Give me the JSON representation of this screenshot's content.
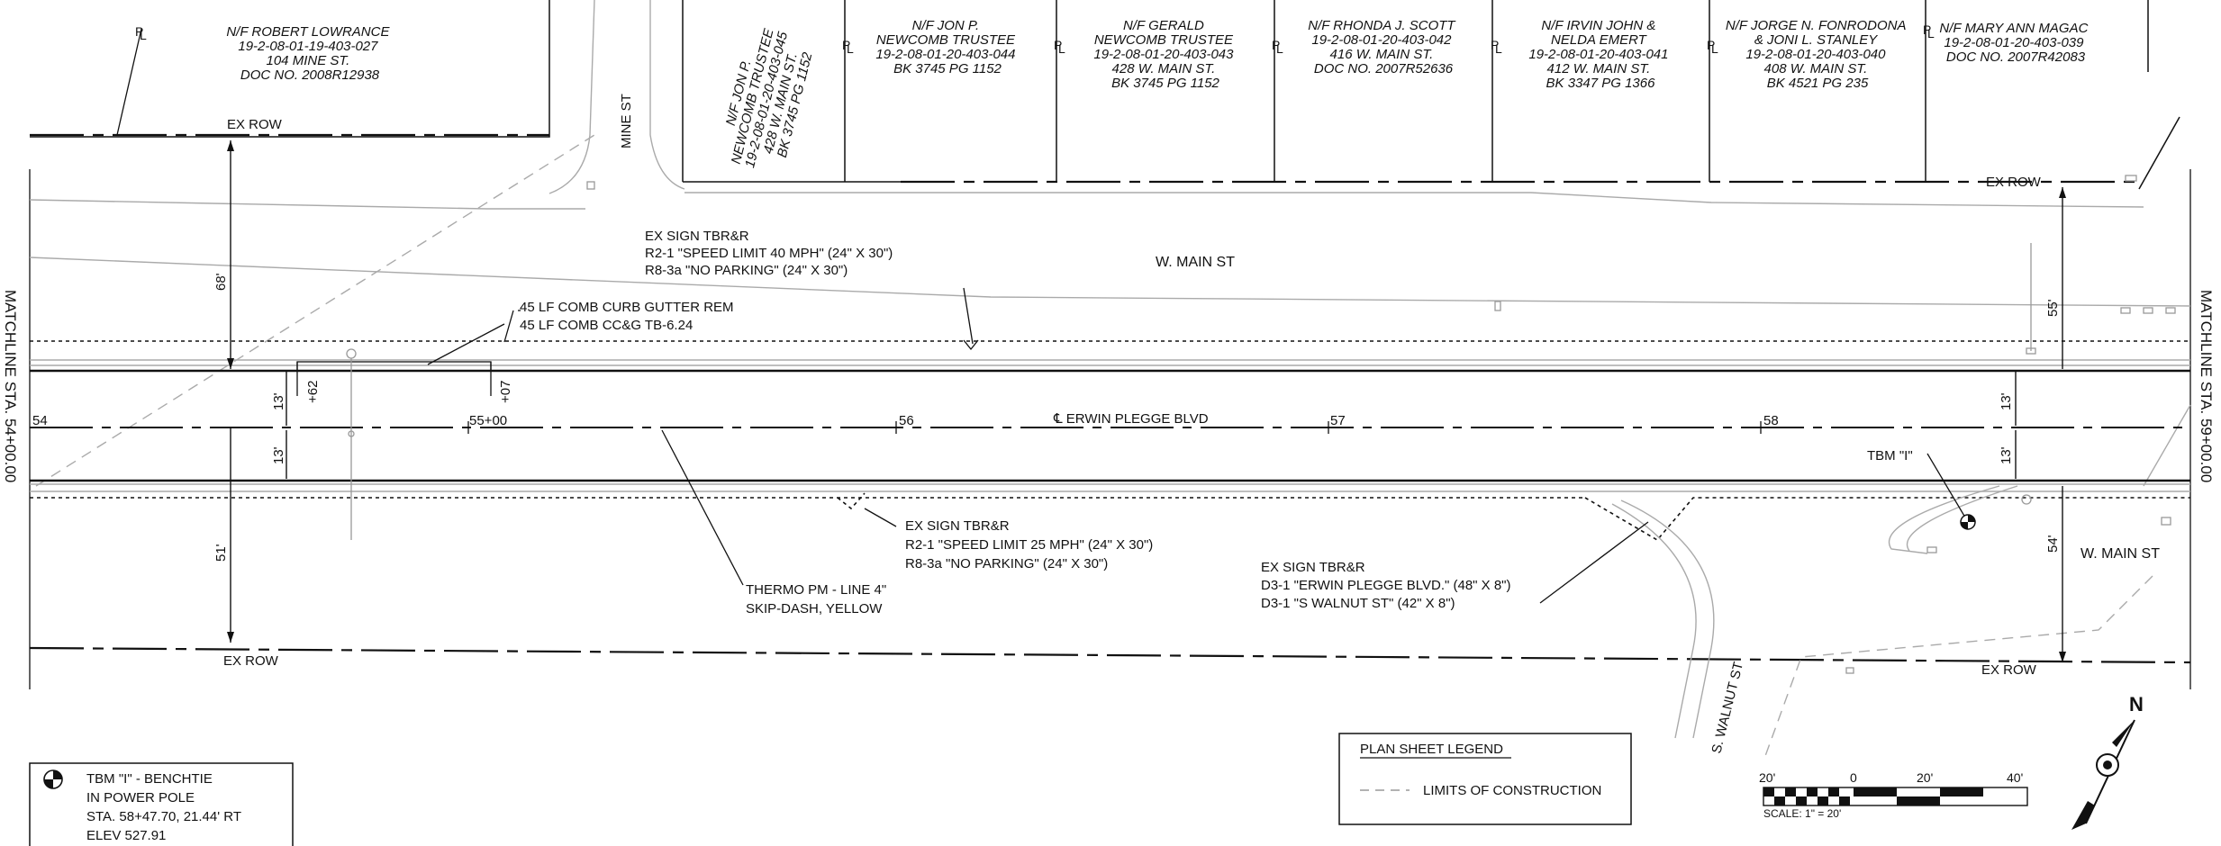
{
  "owners": [
    {
      "lines": [
        "N/F ROBERT LOWRANCE",
        "19-2-08-01-19-403-027",
        "104 MINE ST.",
        "DOC NO. 2008R12938"
      ]
    },
    {
      "lines": [
        "N/F JON P.",
        "NEWCOMB TRUSTEE",
        "19-2-08-01-20-403-045",
        "428 W. MAIN ST.",
        "BK 3745 PG 1152"
      ]
    },
    {
      "lines": [
        "N/F JON P.",
        "NEWCOMB TRUSTEE",
        "19-2-08-01-20-403-044",
        "BK 3745 PG 1152"
      ]
    },
    {
      "lines": [
        "N/F GERALD",
        "NEWCOMB TRUSTEE",
        "19-2-08-01-20-403-043",
        "428 W. MAIN ST.",
        "BK 3745 PG 1152"
      ]
    },
    {
      "lines": [
        "N/F RHONDA J. SCOTT",
        "19-2-08-01-20-403-042",
        "416 W. MAIN ST.",
        "DOC NO. 2007R52636"
      ]
    },
    {
      "lines": [
        "N/F IRVIN JOHN &",
        "NELDA EMERT",
        "19-2-08-01-20-403-041",
        "412 W. MAIN ST.",
        "BK 3347 PG 1366"
      ]
    },
    {
      "lines": [
        "N/F JORGE N. FONRODONA",
        "& JONI L. STANLEY",
        "19-2-08-01-20-403-040",
        "408 W. MAIN ST.",
        "BK 4521 PG 235"
      ]
    },
    {
      "lines": [
        "N/F MARY ANN MAGAC",
        "19-2-08-01-20-403-039",
        "DOC NO. 2007R42083"
      ]
    }
  ],
  "streets": {
    "mine": "MINE ST",
    "main_top": "W. MAIN ST",
    "main_right": "W. MAIN ST",
    "walnut": "S. WALNUT ST",
    "centerline": "℄ ERWIN PLEGGE BLVD"
  },
  "row_labels": {
    "top_left": "EX ROW",
    "top_right": "EX ROW",
    "bottom_left": "EX ROW",
    "bottom_right": "EX ROW"
  },
  "matchlines": {
    "left": "MATCHLINE STA.  54+00.00",
    "right": "MATCHLINE STA.  59+00.00"
  },
  "stations": {
    "s54": "54",
    "s55": "55+00",
    "s56": "56",
    "s57": "57",
    "s58": "58",
    "p62": "+62",
    "p07": "+07"
  },
  "dimensions": {
    "d68": "68'",
    "d51": "51'",
    "d13a": "13'",
    "d13b": "13'",
    "d55": "55'",
    "d13c": "13'",
    "d13d": "13'",
    "d54": "54'"
  },
  "notes": {
    "sign1": [
      "EX SIGN TBR&R",
      "R2-1 \"SPEED LIMIT 40 MPH\" (24\" X 30\")",
      "R8-3a \"NO PARKING\" (24\" X 30\")"
    ],
    "curb": [
      "45 LF COMB CURB GUTTER REM",
      "45 LF COMB CC&G TB-6.24"
    ],
    "sign2": [
      "EX SIGN TBR&R",
      "R2-1 \"SPEED LIMIT 25 MPH\" (24\" X 30\")",
      "R8-3a \"NO PARKING\" (24\" X 30\")"
    ],
    "thermo": [
      "THERMO PM - LINE 4\"",
      "SKIP-DASH, YELLOW"
    ],
    "sign3": [
      "EX SIGN TBR&R",
      "D3-1 \"ERWIN PLEGGE BLVD.\" (48\" X 8\")",
      "D3-1 \"S WALNUT ST\" (42\" X 8\")"
    ],
    "tbm": "TBM \"I\""
  },
  "benchmark_box": [
    "TBM \"I\" - BENCHTIE",
    "IN POWER POLE",
    "STA. 58+47.70, 21.44' RT",
    "ELEV 527.91"
  ],
  "legend": {
    "title": "PLAN SHEET LEGEND",
    "item": "LIMITS OF CONSTRUCTION"
  },
  "scale": {
    "l20": "20'",
    "l0": "0",
    "r20": "20'",
    "r40": "40'",
    "text": "SCALE: 1\" = 20'"
  },
  "north": "N"
}
